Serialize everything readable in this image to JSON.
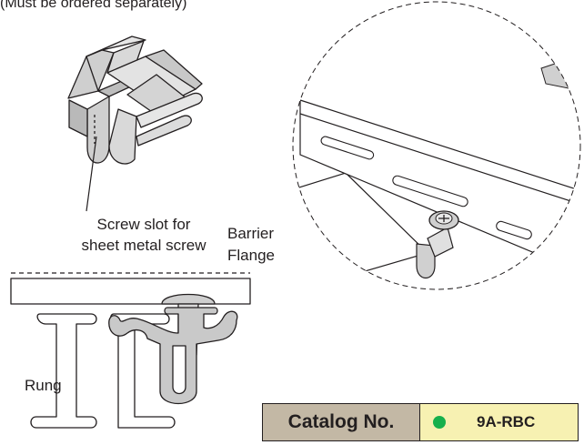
{
  "texts": {
    "top_note": "(Must be ordered separately)",
    "screw_slot_line1": "Screw slot for",
    "screw_slot_line2": "sheet metal screw",
    "barrier_line1": "Barrier",
    "barrier_line2": "Flange",
    "rung": "Rung"
  },
  "catalog": {
    "key_label": "Catalog No.",
    "part_number": "9A-RBC",
    "dot_color": "#16b04c",
    "key_bg": "#c3b8a5",
    "value_bg": "#f7f1b2"
  },
  "colors": {
    "line": "#231f20",
    "clip_fill": "#cfcfcf",
    "clip_shade": "#a9a9a9"
  },
  "icons": [
    "screw-head-icon",
    "status-dot-icon"
  ]
}
